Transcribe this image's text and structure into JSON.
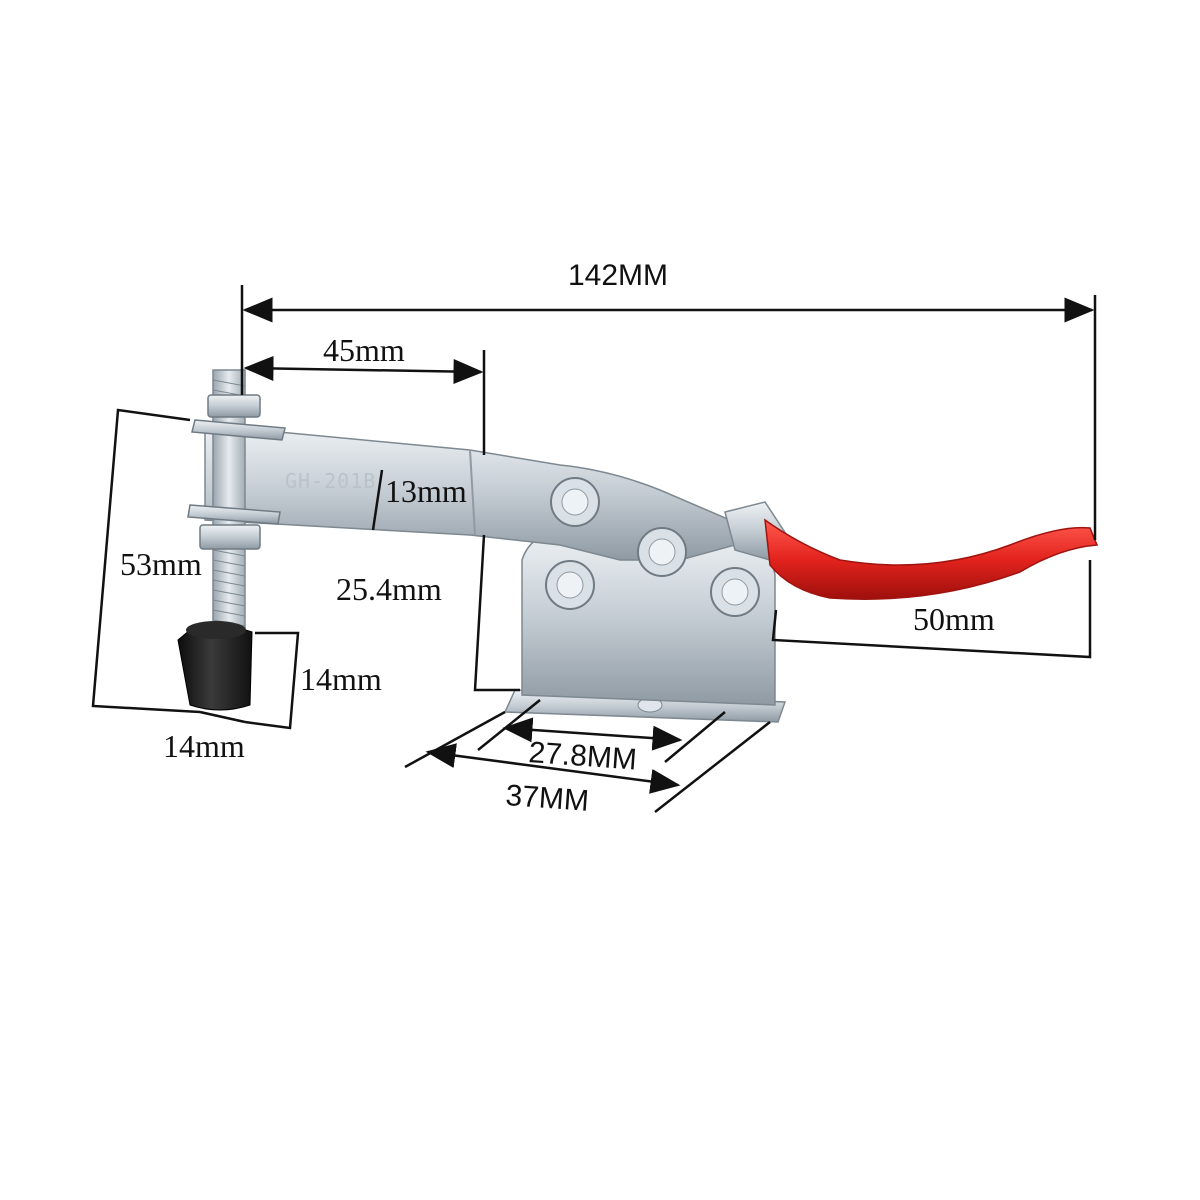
{
  "product": {
    "model_marking": "GH-201B",
    "handle_color": "#e3231d",
    "body_color": "#c9d2d8",
    "tip_color": "#1c1c1c"
  },
  "dimensions": {
    "overall_length": "142MM",
    "bolt_to_body": "45mm",
    "arm_height": "13mm",
    "spindle_height": "53mm",
    "base_height": "25.4mm",
    "handle_length": "50mm",
    "tip_height": "14mm",
    "tip_width": "14mm",
    "hole_spacing": "27.8MM",
    "base_width": "37MM"
  }
}
